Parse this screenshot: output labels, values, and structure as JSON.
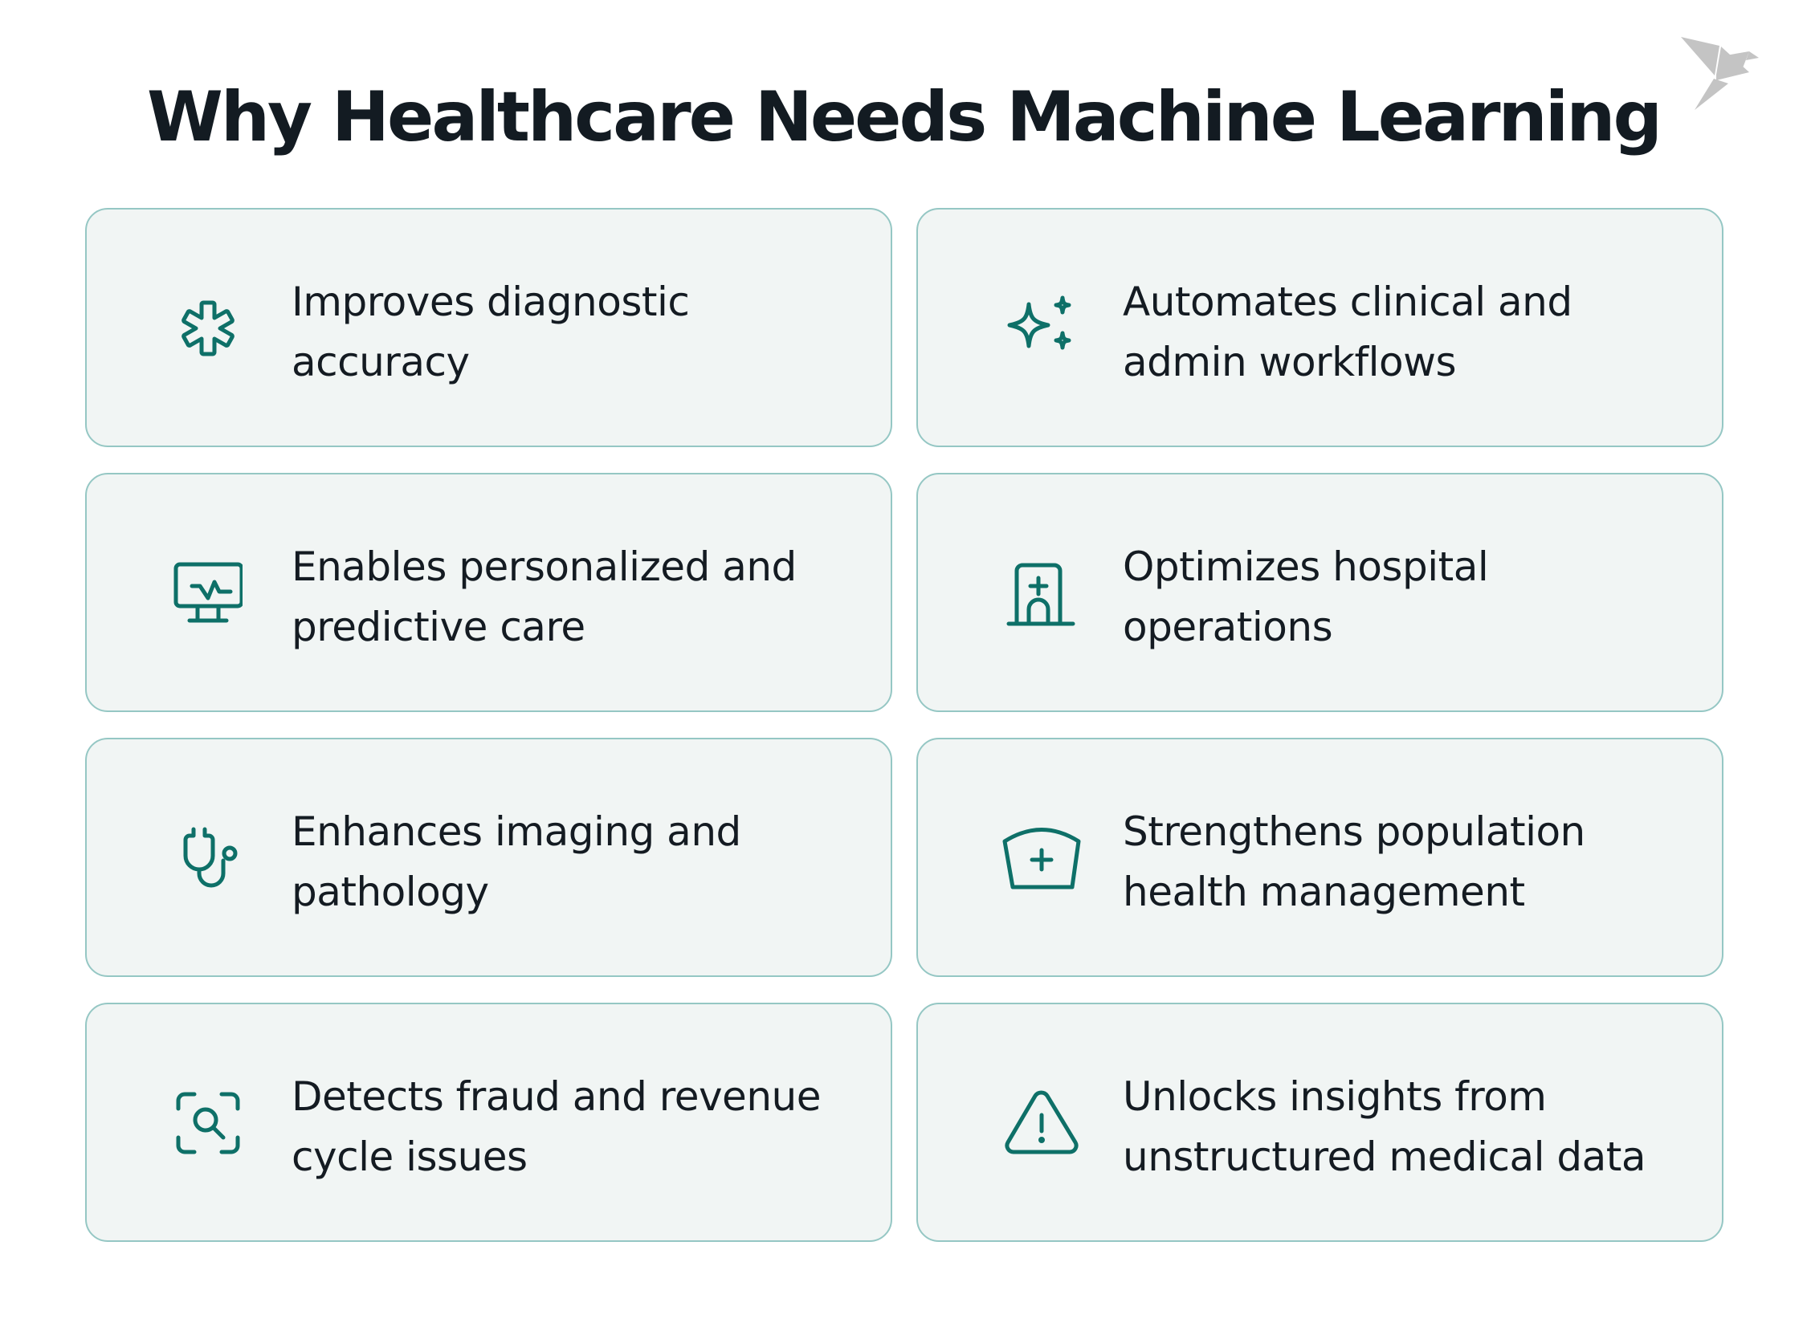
{
  "title": "Why Healthcare Needs Machine Learning",
  "logo": {
    "icon": "origami-bird-icon",
    "color": "#c4c4c4"
  },
  "colors": {
    "accent": "#0e7068",
    "card_background": "#f1f5f4",
    "card_border": "#95c7c4",
    "text": "#141b22"
  },
  "cards": [
    {
      "icon": "medical-asterisk-icon",
      "lines": [
        "Improves diagnostic",
        "accuracy"
      ]
    },
    {
      "icon": "sparkles-icon",
      "lines": [
        "Automates clinical and",
        "admin workflows"
      ]
    },
    {
      "icon": "heart-monitor-icon",
      "lines": [
        "Enables personalized and",
        "predictive care"
      ]
    },
    {
      "icon": "hospital-building-icon",
      "lines": [
        "Optimizes hospital",
        "operations"
      ]
    },
    {
      "icon": "stethoscope-icon",
      "lines": [
        "Enhances imaging and",
        "pathology"
      ]
    },
    {
      "icon": "nurse-cap-icon",
      "lines": [
        "Strengthens population",
        "health management"
      ]
    },
    {
      "icon": "scan-search-icon",
      "lines": [
        "Detects fraud and revenue",
        "cycle issues"
      ]
    },
    {
      "icon": "warning-triangle-icon",
      "lines": [
        "Unlocks insights from",
        "unstructured medical data"
      ]
    }
  ]
}
